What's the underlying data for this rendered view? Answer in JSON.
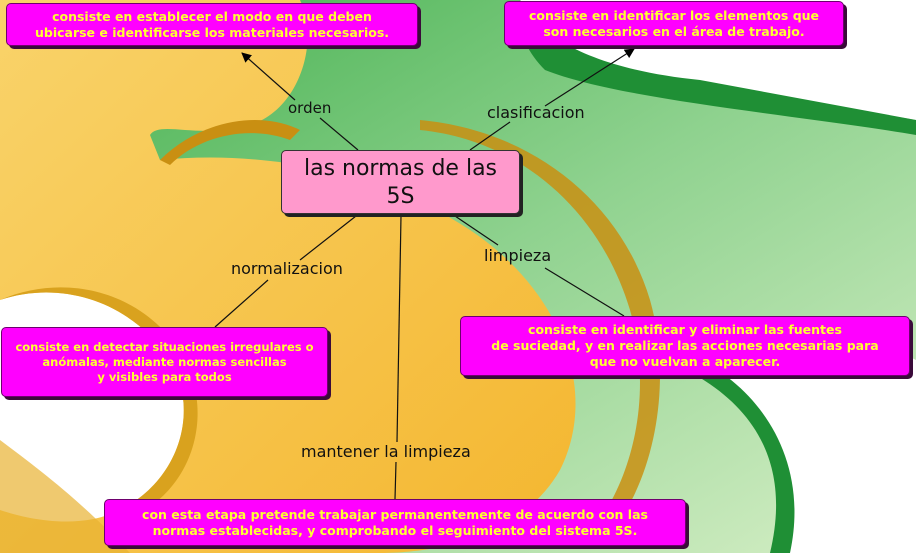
{
  "center": {
    "line1": "las normas de las",
    "line2": "5S"
  },
  "links": {
    "orden": "orden",
    "clasificacion": "clasificacion",
    "normalizacion": "normalizacion",
    "limpieza": "limpieza",
    "mantener": "mantener la limpieza"
  },
  "concepts": {
    "orden": {
      "line1": "consiste en establecer el modo en que deben",
      "line2": "ubicarse e identificarse los materiales necesarios."
    },
    "clasificacion": {
      "line1": "consiste en identificar los elementos que",
      "line2": "son necesarios en el área de trabajo."
    },
    "normalizacion": {
      "line1": "consiste en detectar situaciones irregulares o",
      "line2": "anómalas, mediante normas sencillas",
      "line3": "y visibles para todos"
    },
    "limpieza": {
      "line1": "consiste en identificar y eliminar las fuentes",
      "line2": "de suciedad, y en realizar las acciones necesarias para",
      "line3": "que no vuelvan a aparecer."
    },
    "mantener": {
      "line1": "con esta etapa pretende trabajar permanentemente de acuerdo con las",
      "line2": "normas establecidas, y comprobando el seguimiento del sistema 5S."
    }
  },
  "colors": {
    "box_fill": "#ff00ff",
    "box_text": "#ffff33",
    "center_fill": "#ff99cc",
    "background_green": "#7fcf86",
    "background_yellow": "#f7c343"
  }
}
